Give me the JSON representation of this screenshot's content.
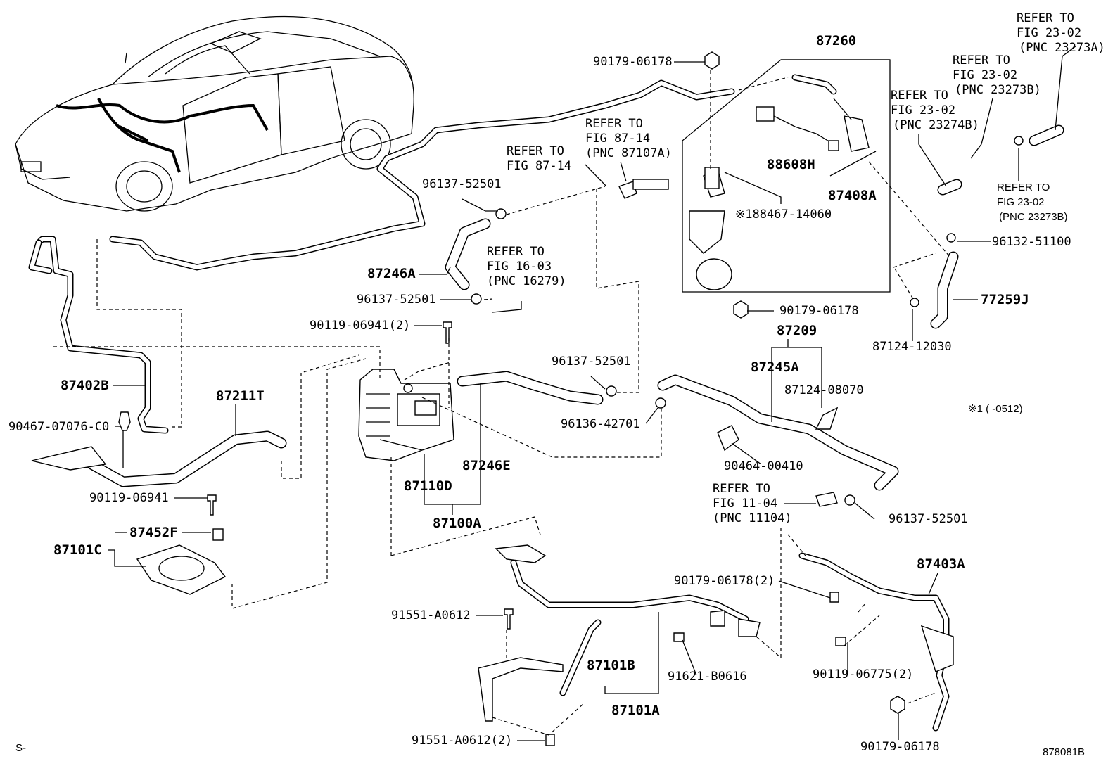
{
  "labels": {
    "p87260": "87260",
    "p90179_a": "90179-06178",
    "p88608H": "88608H",
    "p87408A": "87408A",
    "p188467": "※188467-14060",
    "p90179_b": "90179-06178",
    "refer_87_14_a_1": "REFER TO",
    "refer_87_14_a_2": "FIG 87-14",
    "refer_87_14_a_3": "(PNC 87107A)",
    "refer_87_14_b_1": "REFER TO",
    "refer_87_14_b_2": "FIG 87-14",
    "p96137_a": "96137-52501",
    "p87246A": "87246A",
    "refer_16_1": "REFER TO",
    "refer_16_2": "FIG 16-03",
    "refer_16_3": "(PNC 16279)",
    "p96137_b": "96137-52501",
    "p90119_06941_2": "90119-06941(2)",
    "p87402B": "87402B",
    "p90467": "90467-07076-C0",
    "p87211T": "87211T",
    "p90119_06941": "90119-06941",
    "p87452F": "87452F",
    "p87101C": "87101C",
    "p87110D": "87110D",
    "p87246E": "87246E",
    "p87100A": "87100A",
    "p96137_c": "96137-52501",
    "p96136": "96136-42701",
    "p87209": "87209",
    "p87245A": "87245A",
    "p87124_08070": "87124-08070",
    "p90464": "90464-00410",
    "note1": "※1 (      -0512)",
    "refer_11_1": "REFER TO",
    "refer_11_2": "FIG 11-04",
    "refer_11_3": "(PNC 11104)",
    "p96137_d": "96137-52501",
    "p87403A": "87403A",
    "p90179_2": "90179-06178(2)",
    "p91551_a": "91551-A0612",
    "p87101B": "87101B",
    "p91621": "91621-B0616",
    "p87101A": "87101A",
    "p90119_06775": "90119-06775(2)",
    "p91551_2": "91551-A0612(2)",
    "p90179_c": "90179-06178",
    "refer_23_a_1": "REFER TO",
    "refer_23_a_2": "FIG 23-02",
    "refer_23_a_3": "(PNC 23273A)",
    "refer_23_b_1": "REFER TO",
    "refer_23_b_2": "FIG 23-02",
    "refer_23_b_3": "(PNC 23273B)",
    "refer_23_c_1": "REFER TO",
    "refer_23_c_2": "FIG 23-02",
    "refer_23_c_3": "(PNC 23274B)",
    "refer_23_d_1": "REFER TO",
    "refer_23_d_2": "FIG 23-02",
    "refer_23_d_3": "(PNC 23273B)",
    "p96132": "96132-51100",
    "p77259J": "77259J",
    "p87124_12030": "87124-12030",
    "corner_left": "S-",
    "figure_id": "878081B"
  }
}
